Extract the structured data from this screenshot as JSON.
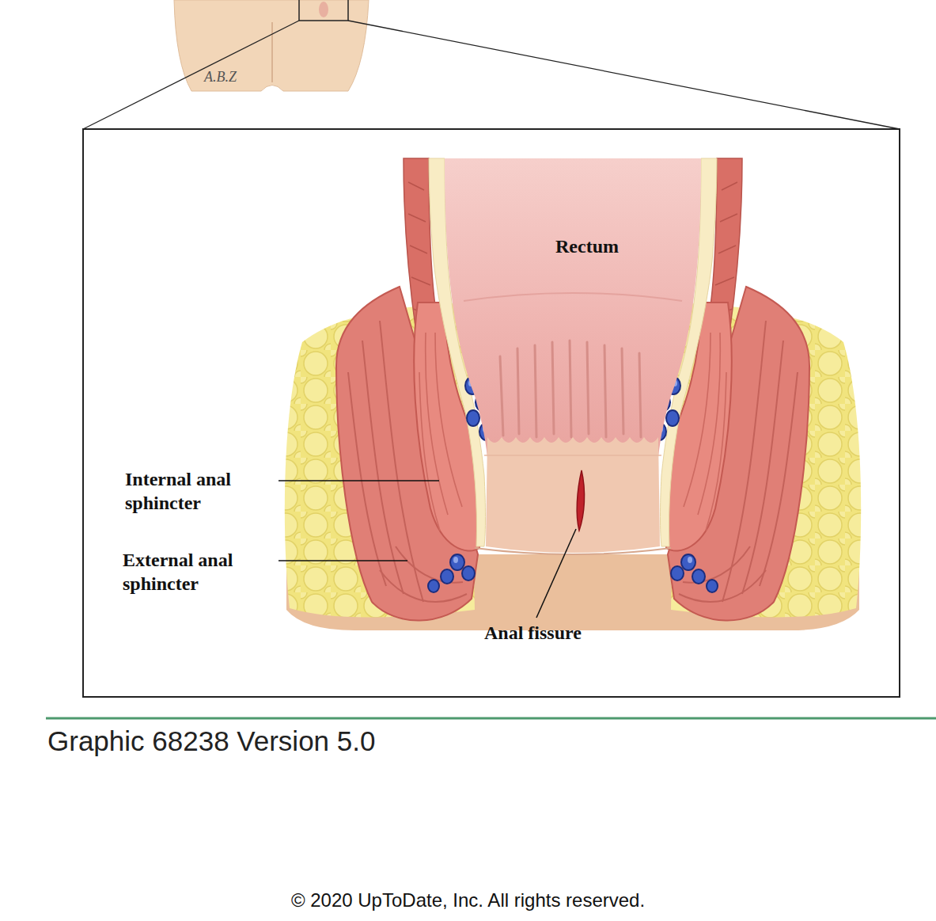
{
  "diagram": {
    "caption": "Graphic 68238 Version 5.0",
    "labels": [
      "A.B.Z",
      "Rectum",
      "Internal anal sphincter",
      "External anal sphincter",
      "Anal fissure",
      "© 2020 UpToDate, Inc. All rights reserved."
    ]
  }
}
